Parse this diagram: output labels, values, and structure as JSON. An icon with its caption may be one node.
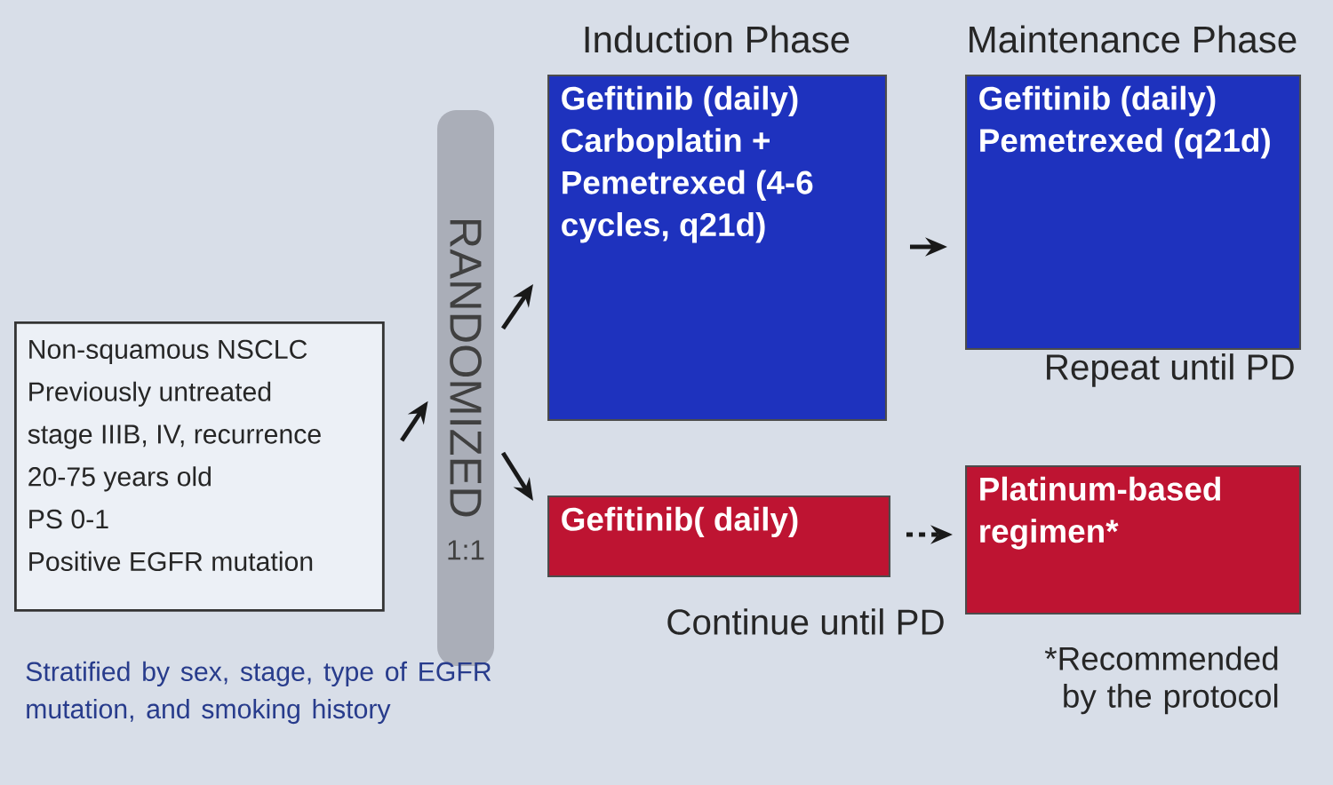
{
  "diagram": {
    "nodes": [
      {
        "text": [
          "Non-squamous NSCLC",
          "Previously untreated",
          "stage IIIB, IV, recurrence",
          "20-75 years old",
          "PS 0-1",
          "Positive EGFR mutation"
        ]
      },
      {
        "text": [
          "RANDOMIZED",
          "1:1"
        ]
      },
      {
        "text": [
          "Gefitinib (daily)",
          "Carboplatin + Pemetrexed (4-6 cycles, q21d)"
        ]
      },
      {
        "text": [
          "Gefitinib (daily)",
          "Pemetrexed (q21d)"
        ],
        "beside": [
          "Repeat until PD"
        ]
      },
      {
        "text": [
          "Gefitinib( daily)"
        ],
        "beside": [
          "Continue until PD"
        ]
      },
      {
        "text": [
          "Platinum-based regimen*"
        ],
        "beside": [
          "*Recommended by the protocol"
        ]
      }
    ],
    "edges": [
      {
        "from": 0,
        "to": 1,
        "arrow": "to"
      },
      {
        "from": 1,
        "to": 2,
        "arrow": "to"
      },
      {
        "from": 1,
        "to": 4,
        "arrow": "to"
      },
      {
        "from": 2,
        "to": 3,
        "arrow": "to"
      },
      {
        "from": 4,
        "to": 5,
        "arrow": "to",
        "style": "dashed"
      }
    ],
    "labels": [
      "Induction Phase",
      "Maintenance Phase",
      "Stratified by sex, stage, type of EGFR mutation, and smoking history"
    ]
  }
}
